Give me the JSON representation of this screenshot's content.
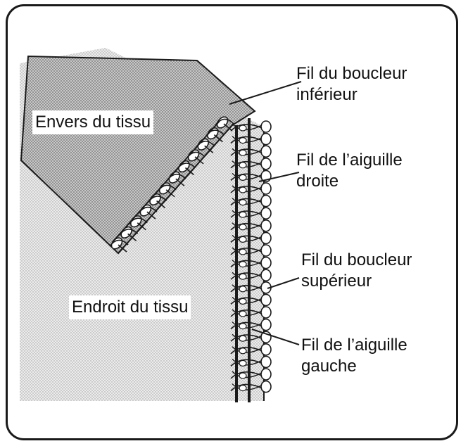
{
  "fabric": {
    "wrong_side": "Envers du tissu",
    "right_side": "Endroit du tissu"
  },
  "threads": [
    {
      "id": "lower-looper",
      "line1": "Fil du boucleur",
      "line2": "inférieur"
    },
    {
      "id": "right-needle",
      "line1": "Fil de l’aiguille",
      "line2": "droite"
    },
    {
      "id": "upper-looper",
      "line1": "Fil du boucleur",
      "line2": "supérieur"
    },
    {
      "id": "left-needle",
      "line1": "Fil de l’aiguille",
      "line2": "gauche"
    }
  ],
  "colors": {
    "ink": "#1a1a1a",
    "fabric_wrong_side": "#b9b9b9",
    "fabric_right_side": "#e2e2e2",
    "thread_fill": "#ffffff"
  }
}
